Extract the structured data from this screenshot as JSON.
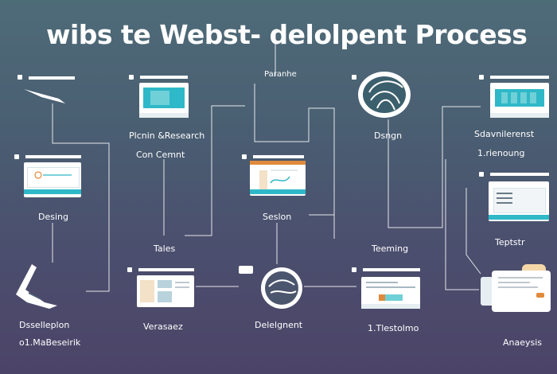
{
  "title": "wibs te Webst-  delolpent Process",
  "labels": {
    "paranhe": "Paranhe",
    "planning": "Plcnin &Research",
    "content": "Con Cemnt",
    "design": "Dsngn",
    "salvalerens": "Sdavnilerenst",
    "numbering": "1.rienoung",
    "desing": "Desing",
    "seslon": "Seslon",
    "tales": "Tales",
    "teeming": "Teeming",
    "teptstr": "Teptstr",
    "dsselleplon": "Dsselleplon",
    "dbaseirik": "o1.MaBeseirik",
    "verasaez": "Verasaez",
    "delepgnent": "Delelgnent",
    "tiestolmo": "1.Tlestolmo",
    "analyssis": "Anaeysis"
  },
  "colors": {
    "accent": "#2fb8c8",
    "highlight": "#6fd0d8",
    "orange": "#e08a3c",
    "wire": "#ffffff"
  },
  "icons": {
    "planning": "monitor-icon",
    "design": "globe-icon",
    "salvalerens": "monitor-icon",
    "desing": "laptop-icon",
    "seslon": "document-icon",
    "teptstr": "monitor-icon",
    "dsselleplon": "pen-icon",
    "verasaez": "monitor-icon",
    "delepgnent": "globe-icon",
    "tiestolmo": "monitor-icon",
    "analyssis": "printer-icon",
    "numbering": "device-icon"
  }
}
